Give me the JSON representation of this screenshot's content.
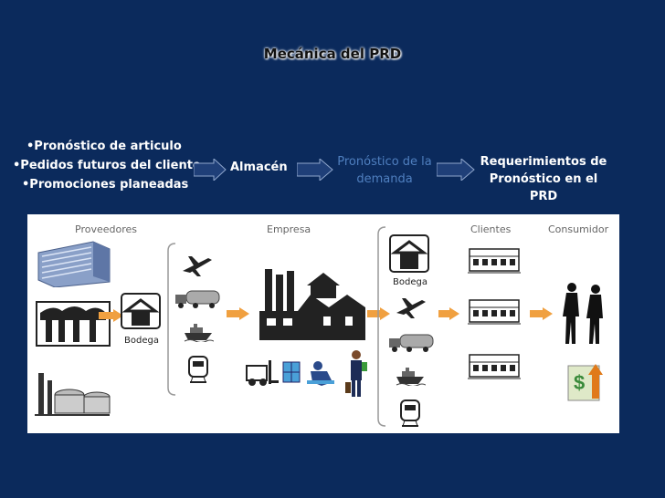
{
  "title": "Mecánica del PRD",
  "inputs": [
    "•Pronóstico de articulo",
    "•Pedidos futuros del cliente",
    "•Promociones planeadas"
  ],
  "flow": {
    "almacen": "Almacén",
    "pronostico_line1": "Pronóstico de la",
    "pronostico_line2": "demanda",
    "requerimientos_line1": "Requerimientos de",
    "requerimientos_line2": "Pronóstico en el PRD"
  },
  "diagram": {
    "proveedores": "Proveedores",
    "empresa": "Empresa",
    "clientes": "Clientes",
    "consumidor": "Consumidor",
    "bodega_left": "Bodega",
    "bodega_right": "Bodega"
  },
  "colors": {
    "background": "#0b2a5c",
    "arrow_blue": "#1f3f78",
    "arrow_orange": "#f0a040",
    "pronostico_text": "#4f7fbf"
  }
}
